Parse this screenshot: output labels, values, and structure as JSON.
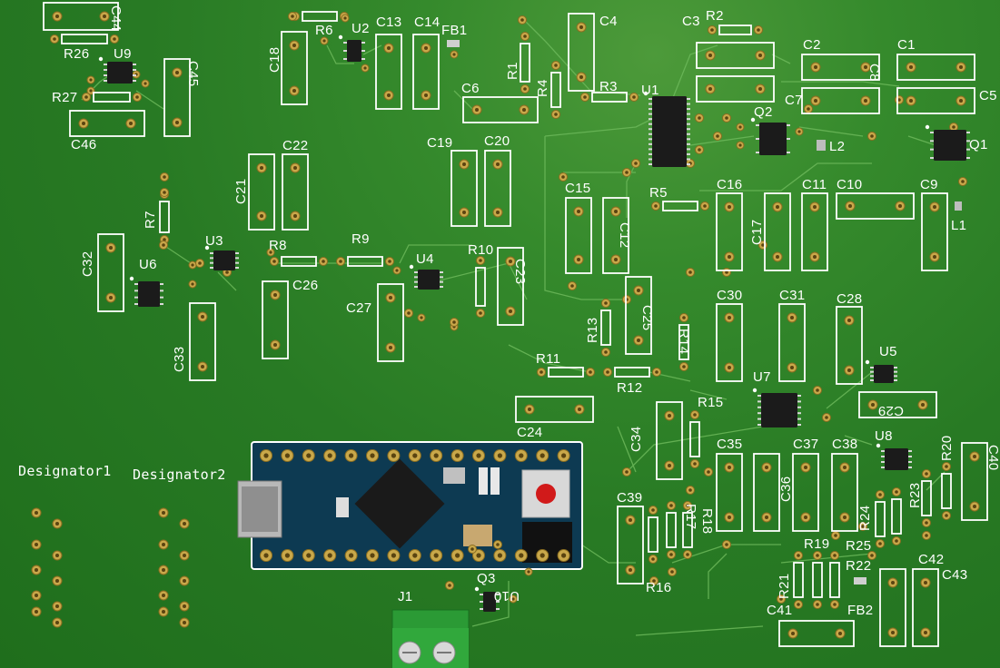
{
  "board": {
    "color": "#2a7a25",
    "silkscreen_color": "#ffffff",
    "pad_color": "#c9a84a",
    "trace_color": "#5aa84a"
  },
  "designators": {
    "C44": "C44",
    "R26": "R26",
    "U9": "U9",
    "C45": "C45",
    "R27": "R27",
    "C46": "C46",
    "C18": "C18",
    "R6": "R6",
    "U2": "U2",
    "C13": "C13",
    "C14": "C14",
    "FB1": "FB1",
    "R1": "R1",
    "C4": "C4",
    "R4": "R4",
    "C6": "C6",
    "R3": "R3",
    "U1": "U1",
    "C3": "C3",
    "R2": "R2",
    "C2": "C2",
    "C1": "C1",
    "C8": "C8",
    "C7": "C7",
    "C5": "C5",
    "Q2": "Q2",
    "L2": "L2",
    "Q1": "Q1",
    "C19": "C19",
    "C20": "C20",
    "C21": "C21",
    "C22": "C22",
    "R7": "R7",
    "C15": "C15",
    "R5": "R5",
    "C12": "C12",
    "C16": "C16",
    "C17": "C17",
    "C11": "C11",
    "C10": "C10",
    "C9": "C9",
    "L1": "L1",
    "C32": "C32",
    "U6": "U6",
    "U3": "U3",
    "R8": "R8",
    "R9": "R9",
    "U4": "U4",
    "R10": "R10",
    "C23": "C23",
    "C26": "C26",
    "C27": "C27",
    "C33": "C33",
    "R13": "R13",
    "C25": "C25",
    "R14": "R14",
    "C30": "C30",
    "C31": "C31",
    "C28": "C28",
    "U5": "U5",
    "R11": "R11",
    "R12": "R12",
    "C24": "C24",
    "U7": "U7",
    "R15": "R15",
    "C29": "C29",
    "C34": "C34",
    "C35": "C35",
    "C37": "C37",
    "C38": "C38",
    "U8": "U8",
    "R20": "R20",
    "C40": "C40",
    "C36": "C36",
    "C39": "C39",
    "R17": "R17",
    "R18": "R18",
    "R16": "R16",
    "R24": "R24",
    "R23": "R23",
    "R19": "R19",
    "R25": "R25",
    "R21": "R21",
    "R22": "R22",
    "C42": "C42",
    "C43": "C43",
    "C41": "C41",
    "FB2": "FB2",
    "J1": "J1",
    "Q3": "Q3",
    "U10": "U10",
    "Designator1": "Designator1",
    "Designator2": "Designator2"
  }
}
